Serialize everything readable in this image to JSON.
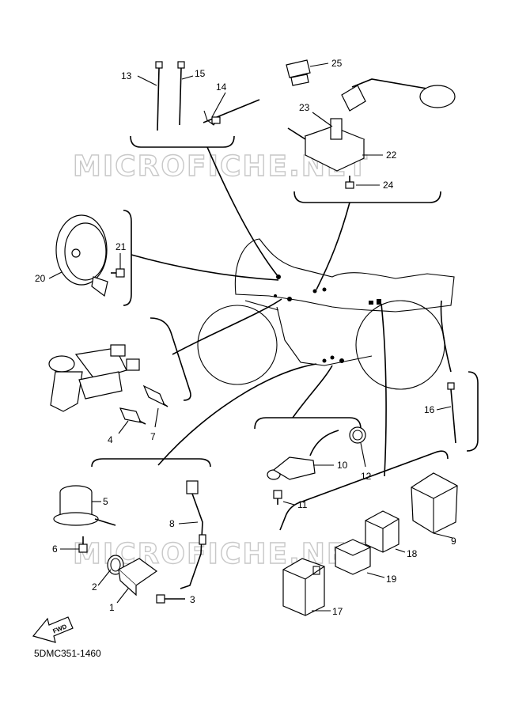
{
  "watermark": "MICROFICHE.NET",
  "diagram_code": "5DMC351-1460",
  "fwd_label": "FWD",
  "callouts": {
    "c1": "1",
    "c2": "2",
    "c3": "3",
    "c4": "4",
    "c5": "5",
    "c6": "6",
    "c7": "7",
    "c8": "8",
    "c9": "9",
    "c10": "10",
    "c11": "11",
    "c12": "12",
    "c13": "13",
    "c14": "14",
    "c15": "15",
    "c16": "16",
    "c17": "17",
    "c18": "18",
    "c19": "19",
    "c20": "20",
    "c21": "21",
    "c22": "22",
    "c23": "23",
    "c24": "24",
    "c25": "25"
  }
}
